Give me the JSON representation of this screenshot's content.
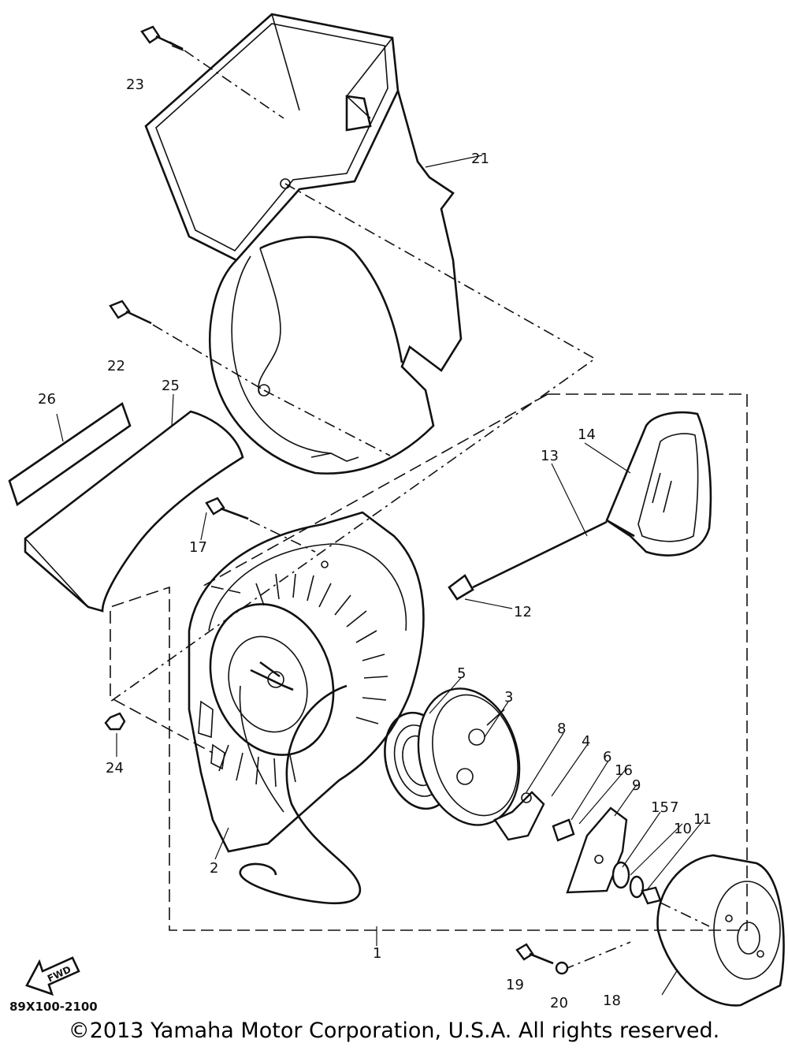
{
  "diagram": {
    "code": "89X100-2100",
    "fwd_label": "FWD",
    "labels": [
      {
        "id": "p1",
        "text": "1"
      },
      {
        "id": "p2",
        "text": "2"
      },
      {
        "id": "p3",
        "text": "3"
      },
      {
        "id": "p4",
        "text": "4"
      },
      {
        "id": "p5",
        "text": "5"
      },
      {
        "id": "p6",
        "text": "6"
      },
      {
        "id": "p7",
        "text": "7"
      },
      {
        "id": "p8",
        "text": "8"
      },
      {
        "id": "p9",
        "text": "9"
      },
      {
        "id": "p10",
        "text": "10"
      },
      {
        "id": "p11",
        "text": "11"
      },
      {
        "id": "p12",
        "text": "12"
      },
      {
        "id": "p13",
        "text": "13"
      },
      {
        "id": "p14",
        "text": "14"
      },
      {
        "id": "p15",
        "text": "15"
      },
      {
        "id": "p16",
        "text": "16"
      },
      {
        "id": "p17",
        "text": "17"
      },
      {
        "id": "p18",
        "text": "18"
      },
      {
        "id": "p19",
        "text": "19"
      },
      {
        "id": "p20",
        "text": "20"
      },
      {
        "id": "p21",
        "text": "21"
      },
      {
        "id": "p22",
        "text": "22"
      },
      {
        "id": "p23",
        "text": "23"
      },
      {
        "id": "p24",
        "text": "24"
      },
      {
        "id": "p25",
        "text": "25"
      },
      {
        "id": "p26",
        "text": "26"
      }
    ]
  },
  "footer": {
    "copyright": "©2013 Yamaha Motor Corporation, U.S.A. All rights reserved."
  }
}
